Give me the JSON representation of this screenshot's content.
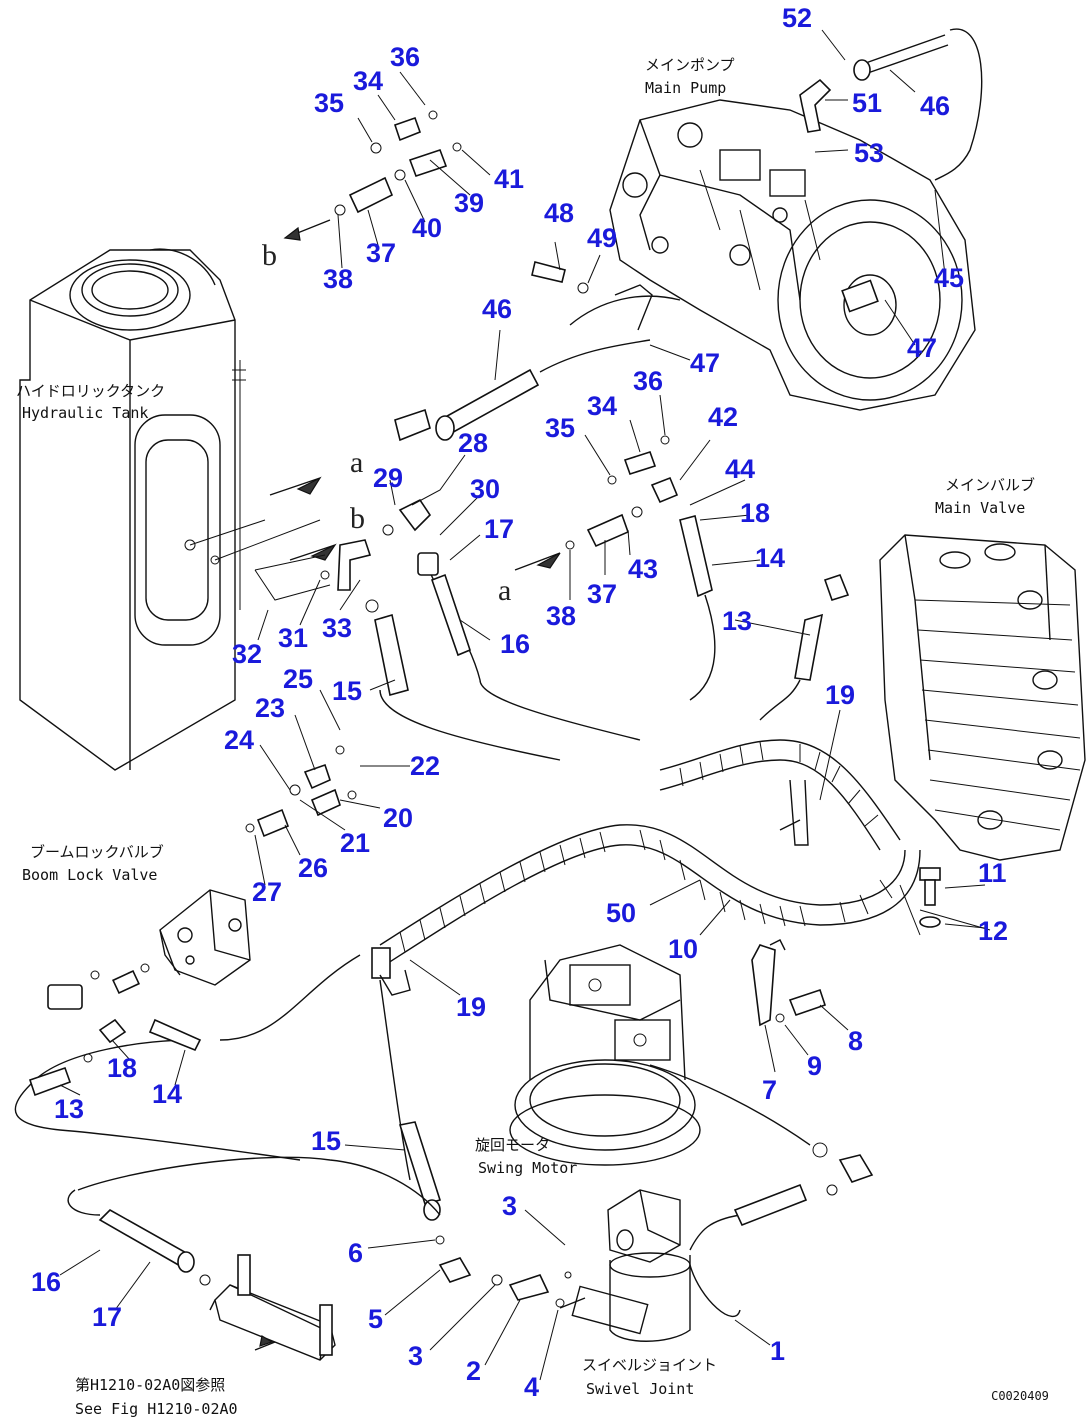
{
  "labels": {
    "main_pump_jp": "メインポンプ",
    "main_pump_en": "Main Pump",
    "hyd_tank_jp": "ハイドロリックタンク",
    "hyd_tank_en": "Hydraulic Tank",
    "main_valve_jp": "メインバルブ",
    "main_valve_en": "Main Valve",
    "boom_lock_jp": "ブームロックバルブ",
    "boom_lock_en": "Boom Lock Valve",
    "swing_motor_jp": "旋回モータ",
    "swing_motor_en": "Swing Motor",
    "swivel_jp": "スイベルジョイント",
    "swivel_en": "Swivel Joint",
    "see_fig_jp": "第H1210-02A0図参照",
    "see_fig_en": "See Fig H1210-02A0",
    "drawing_code": "C0020409",
    "letter_a": "a",
    "letter_b": "b"
  },
  "callouts": [
    {
      "id": "c52",
      "text": "52"
    },
    {
      "id": "c36a",
      "text": "36"
    },
    {
      "id": "c34a",
      "text": "34"
    },
    {
      "id": "c35a",
      "text": "35"
    },
    {
      "id": "c51",
      "text": "51"
    },
    {
      "id": "c46a",
      "text": "46"
    },
    {
      "id": "c53",
      "text": "53"
    },
    {
      "id": "c41",
      "text": "41"
    },
    {
      "id": "c39",
      "text": "39"
    },
    {
      "id": "c40",
      "text": "40"
    },
    {
      "id": "c37a",
      "text": "37"
    },
    {
      "id": "c38a",
      "text": "38"
    },
    {
      "id": "c48",
      "text": "48"
    },
    {
      "id": "c49",
      "text": "49"
    },
    {
      "id": "c45",
      "text": "45"
    },
    {
      "id": "c47a",
      "text": "47"
    },
    {
      "id": "c46b",
      "text": "46"
    },
    {
      "id": "c47b",
      "text": "47"
    },
    {
      "id": "c36b",
      "text": "36"
    },
    {
      "id": "c34b",
      "text": "34"
    },
    {
      "id": "c35b",
      "text": "35"
    },
    {
      "id": "c42",
      "text": "42"
    },
    {
      "id": "c28",
      "text": "28"
    },
    {
      "id": "c29",
      "text": "29"
    },
    {
      "id": "c30",
      "text": "30"
    },
    {
      "id": "c44",
      "text": "44"
    },
    {
      "id": "c18a",
      "text": "18"
    },
    {
      "id": "c17a",
      "text": "17"
    },
    {
      "id": "c14a",
      "text": "14"
    },
    {
      "id": "c43",
      "text": "43"
    },
    {
      "id": "c37b",
      "text": "37"
    },
    {
      "id": "c38b",
      "text": "38"
    },
    {
      "id": "c13a",
      "text": "13"
    },
    {
      "id": "c16a",
      "text": "16"
    },
    {
      "id": "c33",
      "text": "33"
    },
    {
      "id": "c31",
      "text": "31"
    },
    {
      "id": "c32",
      "text": "32"
    },
    {
      "id": "c25",
      "text": "25"
    },
    {
      "id": "c15a",
      "text": "15"
    },
    {
      "id": "c19a",
      "text": "19"
    },
    {
      "id": "c23",
      "text": "23"
    },
    {
      "id": "c24",
      "text": "24"
    },
    {
      "id": "c22",
      "text": "22"
    },
    {
      "id": "c20",
      "text": "20"
    },
    {
      "id": "c21",
      "text": "21"
    },
    {
      "id": "c26",
      "text": "26"
    },
    {
      "id": "c27",
      "text": "27"
    },
    {
      "id": "c11",
      "text": "11"
    },
    {
      "id": "c12",
      "text": "12"
    },
    {
      "id": "c50",
      "text": "50"
    },
    {
      "id": "c10",
      "text": "10"
    },
    {
      "id": "c19b",
      "text": "19"
    },
    {
      "id": "c8",
      "text": "8"
    },
    {
      "id": "c9",
      "text": "9"
    },
    {
      "id": "c7",
      "text": "7"
    },
    {
      "id": "c18b",
      "text": "18"
    },
    {
      "id": "c14b",
      "text": "14"
    },
    {
      "id": "c13b",
      "text": "13"
    },
    {
      "id": "c15b",
      "text": "15"
    },
    {
      "id": "c3a",
      "text": "3"
    },
    {
      "id": "c6",
      "text": "6"
    },
    {
      "id": "c16b",
      "text": "16"
    },
    {
      "id": "c5",
      "text": "5"
    },
    {
      "id": "c17b",
      "text": "17"
    },
    {
      "id": "c3b",
      "text": "3"
    },
    {
      "id": "c2",
      "text": "2"
    },
    {
      "id": "c1",
      "text": "1"
    },
    {
      "id": "c4",
      "text": "4"
    }
  ]
}
